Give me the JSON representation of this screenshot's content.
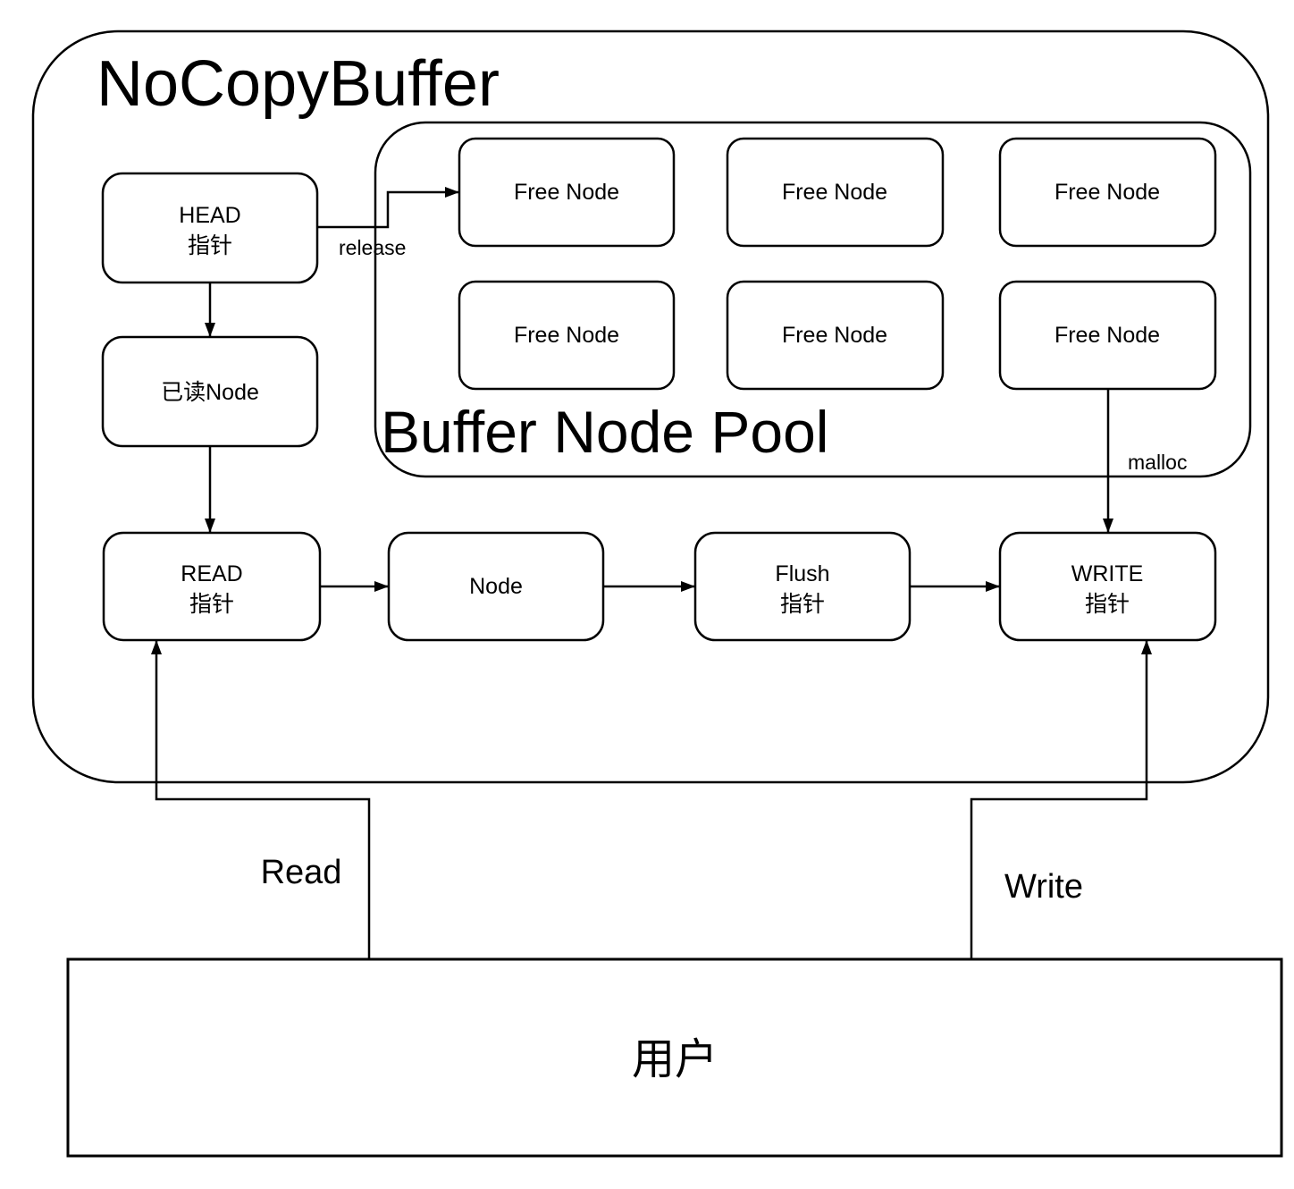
{
  "title": "NoCopyBuffer",
  "pool": {
    "title": "Buffer Node Pool",
    "free_nodes": [
      "Free Node",
      "Free Node",
      "Free Node",
      "Free Node",
      "Free Node",
      "Free Node"
    ]
  },
  "nodes": {
    "head": {
      "line1": "HEAD",
      "line2": "指针"
    },
    "read_done": {
      "label": "已读Node"
    },
    "read_ptr": {
      "line1": "READ",
      "line2": "指针"
    },
    "node": {
      "label": "Node"
    },
    "flush_ptr": {
      "line1": "Flush",
      "line2": "指针"
    },
    "write_ptr": {
      "line1": "WRITE",
      "line2": "指针"
    },
    "user": {
      "label": "用户"
    }
  },
  "edge_labels": {
    "release": "release",
    "malloc": "malloc",
    "read": "Read",
    "write": "Write"
  },
  "colors": {
    "stroke": "#000000",
    "background": "#ffffff",
    "text": "#000000"
  }
}
